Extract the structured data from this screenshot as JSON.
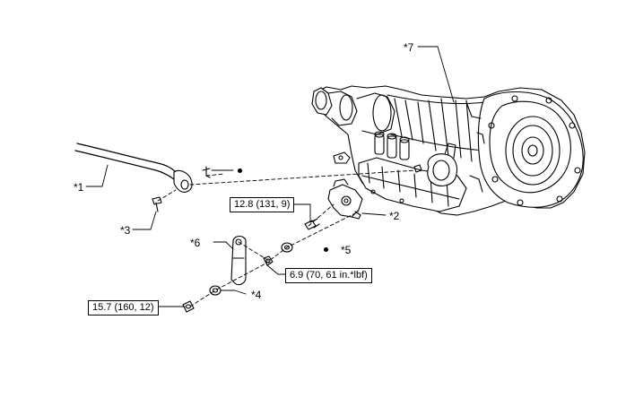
{
  "callouts": {
    "c1": "*1",
    "c2": "*2",
    "c3": "*3",
    "c4": "*4",
    "c5": "*5",
    "c6": "*6",
    "c7": "*7"
  },
  "torques": {
    "t1": "12.8 (131, 9)",
    "t2": "6.9 (70, 61 in.*lbf)",
    "t3": "15.7 (160, 12)"
  }
}
